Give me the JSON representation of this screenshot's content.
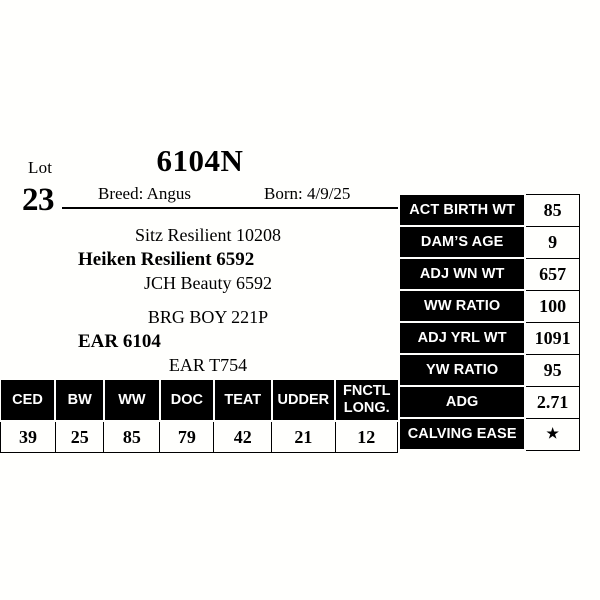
{
  "lot": {
    "label": "Lot",
    "number": "23"
  },
  "animal": {
    "title": "6104N",
    "breed_line": "Breed: Angus",
    "born_line": "Born: 4/9/25"
  },
  "pedigree": {
    "sire_group": {
      "sire_sire": "Sitz Resilient 10208",
      "sire": "Heiken Resilient 6592",
      "sire_dam": "JCH Beauty 6592"
    },
    "dam_group": {
      "dam_sire": "BRG BOY 221P",
      "dam": "EAR 6104",
      "dam_dam": "EAR T754"
    }
  },
  "stats": {
    "rows": [
      {
        "label": "ACT BIRTH WT",
        "value": "85"
      },
      {
        "label": "DAM’S AGE",
        "value": "9"
      },
      {
        "label": "ADJ WN WT",
        "value": "657"
      },
      {
        "label": "WW RATIO",
        "value": "100"
      },
      {
        "label": "ADJ YRL WT",
        "value": "1091"
      },
      {
        "label": "YW RATIO",
        "value": "95"
      },
      {
        "label": "ADG",
        "value": "2.71"
      },
      {
        "label": "CALVING EASE",
        "value": "★"
      }
    ]
  },
  "epd": {
    "headers": [
      "CED",
      "BW",
      "WW",
      "DOC",
      "TEAT",
      "UDDER",
      "FNCTL LONG."
    ],
    "values": [
      "39",
      "25",
      "85",
      "79",
      "42",
      "21",
      "12"
    ]
  },
  "colors": {
    "background": "#fffffd",
    "table_header": "#000000",
    "text": "#000000"
  }
}
